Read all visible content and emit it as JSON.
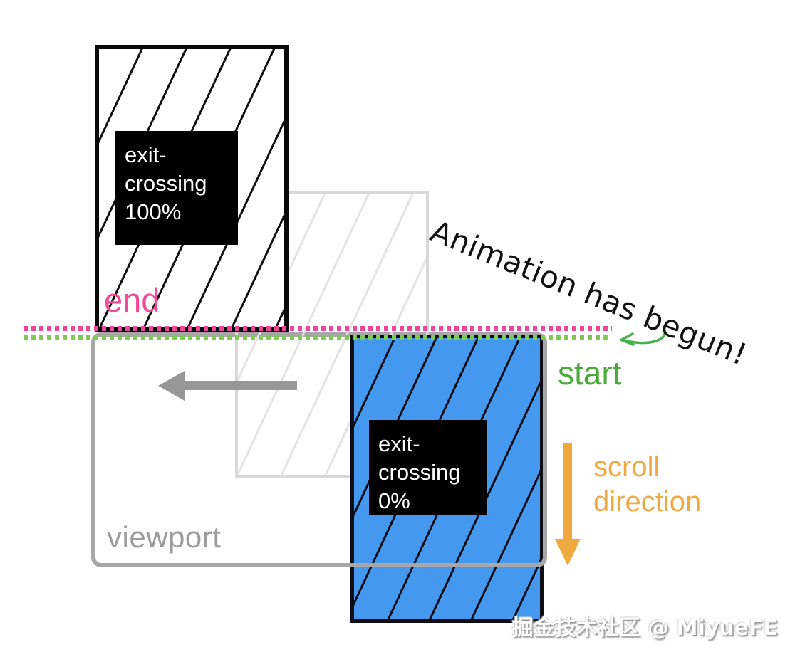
{
  "diagram": {
    "title_note": "Animation has begun!",
    "kind": "scroll-driven animation view-timeline range illustration"
  },
  "viewport": {
    "label": "viewport",
    "border_color": "#a7a7a7"
  },
  "subject_end": {
    "label_lines": [
      "exit-",
      "crossing",
      "100%"
    ],
    "range_label": "end",
    "range_color": "#ee4b9b",
    "fill": "#ffffff",
    "border_color": "#0a0a0a"
  },
  "subject_start": {
    "label_lines": [
      "exit-",
      "crossing",
      "0%"
    ],
    "range_label": "start",
    "range_color": "#4aaa38",
    "fill": "#4498ee",
    "border_color": "#0d0d14"
  },
  "lines": {
    "end_line_color": "#ef459b",
    "start_line_color": "#7ccb55",
    "style": "dotted"
  },
  "scroll": {
    "label": "scroll direction",
    "color": "#f0a93f",
    "direction": "down"
  },
  "arrows": {
    "subject_motion": "left-arrow",
    "scroll_direction": "down-arrow",
    "start_pointer": "curved-left-arrow",
    "subject_motion_color": "#979797"
  },
  "watermark": {
    "text": "掘金技术社区 @ MiyueFE"
  }
}
